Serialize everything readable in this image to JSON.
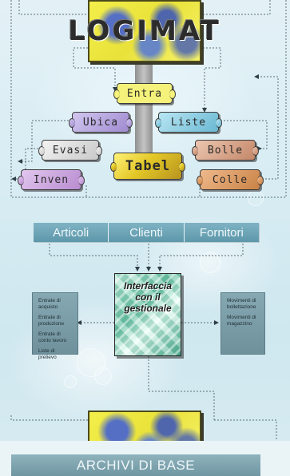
{
  "logo": {
    "text": "LOGIMAT"
  },
  "menu": {
    "entra": "Entra",
    "ubica": "Ubica",
    "liste": "Liste",
    "evasi": "Evasi",
    "bolle": "Bolle",
    "tabel": "Tabel",
    "inven": "Inven",
    "colle": "Colle"
  },
  "tabs": [
    "Articoli",
    "Clienti",
    "Fornitori"
  ],
  "center": {
    "line1": "Interfaccia",
    "line2": "con il",
    "line3": "gestionale"
  },
  "left_panel": {
    "items": [
      "Entrate di acquisto",
      "Entrate di produzione",
      "Entrate di conto lavoro",
      "Liste di prelievo"
    ]
  },
  "right_panel": {
    "items": [
      "Movimenti di bollettazione",
      "Movimenti di magazzino"
    ]
  },
  "footer": {
    "label": "ARCHIVI DI BASE"
  },
  "colors": {
    "background": "#d7ecf3",
    "entra": "#f4f27a",
    "ubica": "#b9a6e0",
    "liste": "#8fd0e6",
    "evasi": "#e2e2e2",
    "bolle": "#d9a88e",
    "tabel": "#f2e24a",
    "inven": "#c9a5d8",
    "colle": "#d9975e",
    "bar": "#6fa3b5"
  }
}
